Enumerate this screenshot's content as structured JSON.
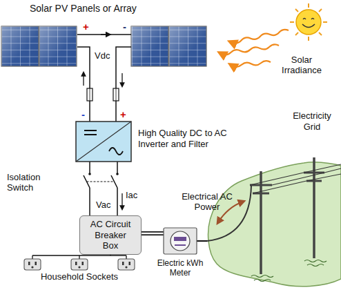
{
  "diagram": {
    "nodes": [
      {
        "text": [
          "Solar PV Panels or Array"
        ]
      },
      {
        "text": [
          "High Quality DC to AC Inverter and Filter"
        ]
      },
      {
        "text": [
          "AC Circuit Breaker Box"
        ]
      },
      {
        "text": [
          "Household Sockets"
        ]
      },
      {
        "text": [
          "Electric kWh Meter"
        ]
      },
      {
        "text": [
          "Electricity Grid"
        ]
      }
    ],
    "edges": [
      {
        "from": 0,
        "to": 1,
        "arrow": "none"
      },
      {
        "from": 0,
        "to": 1,
        "arrow": "none"
      },
      {
        "from": 1,
        "to": 2,
        "arrow": "none"
      },
      {
        "from": 1,
        "to": 2,
        "arrow": "none"
      },
      {
        "from": 2,
        "to": 3,
        "arrow": "none"
      },
      {
        "from": 2,
        "to": 4,
        "arrow": "none"
      },
      {
        "from": 4,
        "to": 5,
        "arrow": "none"
      }
    ],
    "labels": [
      "Solar Irradiance",
      "+",
      "-",
      "Vdc",
      "-",
      "+",
      "Isolation Switch",
      "Vac",
      "Iac",
      "Electrical AC Power"
    ]
  }
}
